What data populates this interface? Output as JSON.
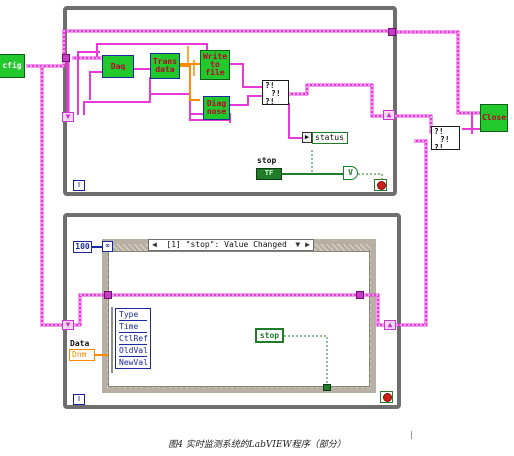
{
  "diagram": {
    "top_loop": {
      "subvis": {
        "config": "cfig",
        "daq": "Daq",
        "trans_data": "Trans\ndata",
        "write_to_file": "Write\nto\nfile",
        "diagnose": "Diag\nnose",
        "close": "Close"
      },
      "status_indicator": "status",
      "stop_control_label": "stop",
      "stop_terminal": "TF",
      "or_symbol": "V",
      "select_node_text": [
        "?!",
        "?!",
        "?!"
      ],
      "iteration_label": "i"
    },
    "bottom_loop": {
      "timeout_constant": "100",
      "event_case_selector": "[1] \"stop\": Value Changed",
      "event_data_label": "Data",
      "event_data_terminal": "Dnm",
      "event_data_fields": [
        "Type",
        "Time",
        "CtlRef",
        "OldVal",
        "NewVal"
      ],
      "stop_terminal": "stop",
      "iteration_label": "i"
    },
    "caption": "图4  实时监测系统的LabVIEW程序（部分）"
  },
  "colors": {
    "error_wire": "#e83ad8",
    "data_wire": "#ff8c00",
    "subvi_fill": "#21c92c",
    "subvi_text": "#c0002c",
    "loop_frame": "#6e6e6e",
    "boolean_wire": "#1f7d2a"
  }
}
